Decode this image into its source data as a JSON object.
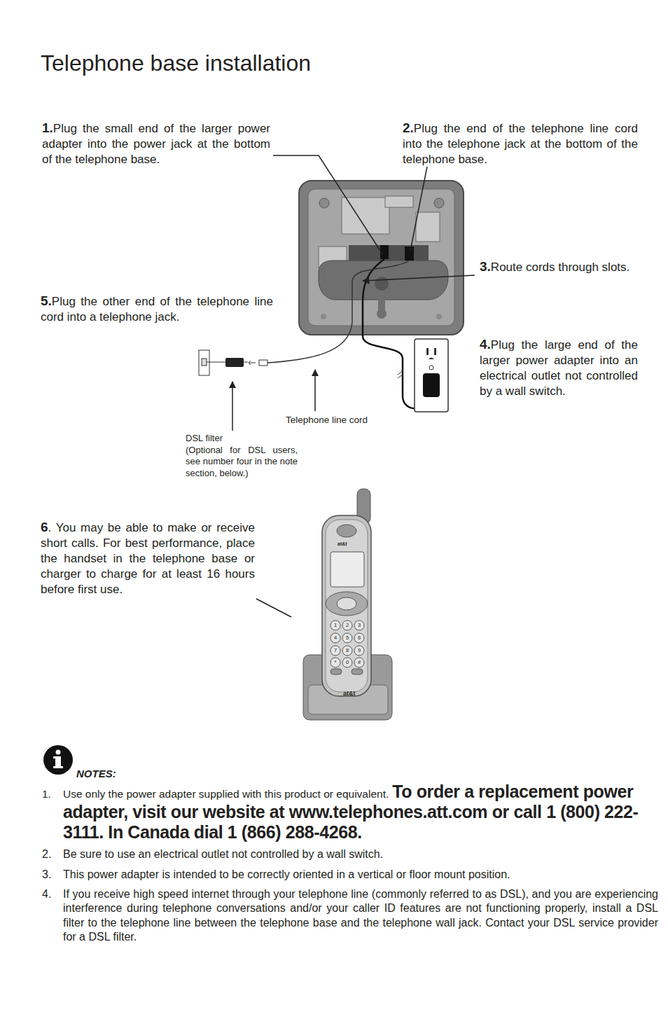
{
  "diagram": {
    "title": "Telephone base installation",
    "labels": [
      "1.",
      "Plug the small end of the larger power adapter into the power jack at the bottom of the telephone base.",
      "2.",
      "Plug the end of the telephone line cord into the telephone jack at the bottom of the telephone base.",
      "3.",
      "Route cords through slots.",
      "4.",
      "Plug the large end of the larger power adapter into an electrical outlet not controlled by a wall switch.",
      "5.",
      "Plug the other end of the telephone line cord into a telephone jack.",
      "Telephone line cord",
      "DSL filter",
      "(Optional for DSL users, see number four in the note section, below.)",
      "6",
      ". You may be able to make or receive short calls. For best performance, place the handset in the telephone base or charger to charge for at least 16 hours before first use.",
      "NOTES:",
      "1.",
      "Use only the power adapter supplied with this product or equivalent.",
      "To order a replacement power adapter, visit our website at www.telephones.att.com or call 1 (800) 222-3111. In Canada dial 1 (866) 288-4268.",
      "2.",
      "Be sure to use an electrical outlet not controlled by a wall switch.",
      "3.",
      "This power adapter is intended to be correctly oriented in a vertical or floor mount position.",
      "4.",
      "If you receive high speed internet through your telephone line (commonly referred to as DSL), and you are experiencing interference during telephone conversations and/or your caller ID features are not functioning properly, install a DSL filter to the telephone line between the telephone base and the telephone wall jack. Contact your DSL service provider for a DSL filter.",
      "at&t",
      "at&t",
      "1",
      "2",
      "3",
      "4",
      "5",
      "6",
      "7",
      "8",
      "9",
      "*",
      "0",
      "#"
    ]
  }
}
